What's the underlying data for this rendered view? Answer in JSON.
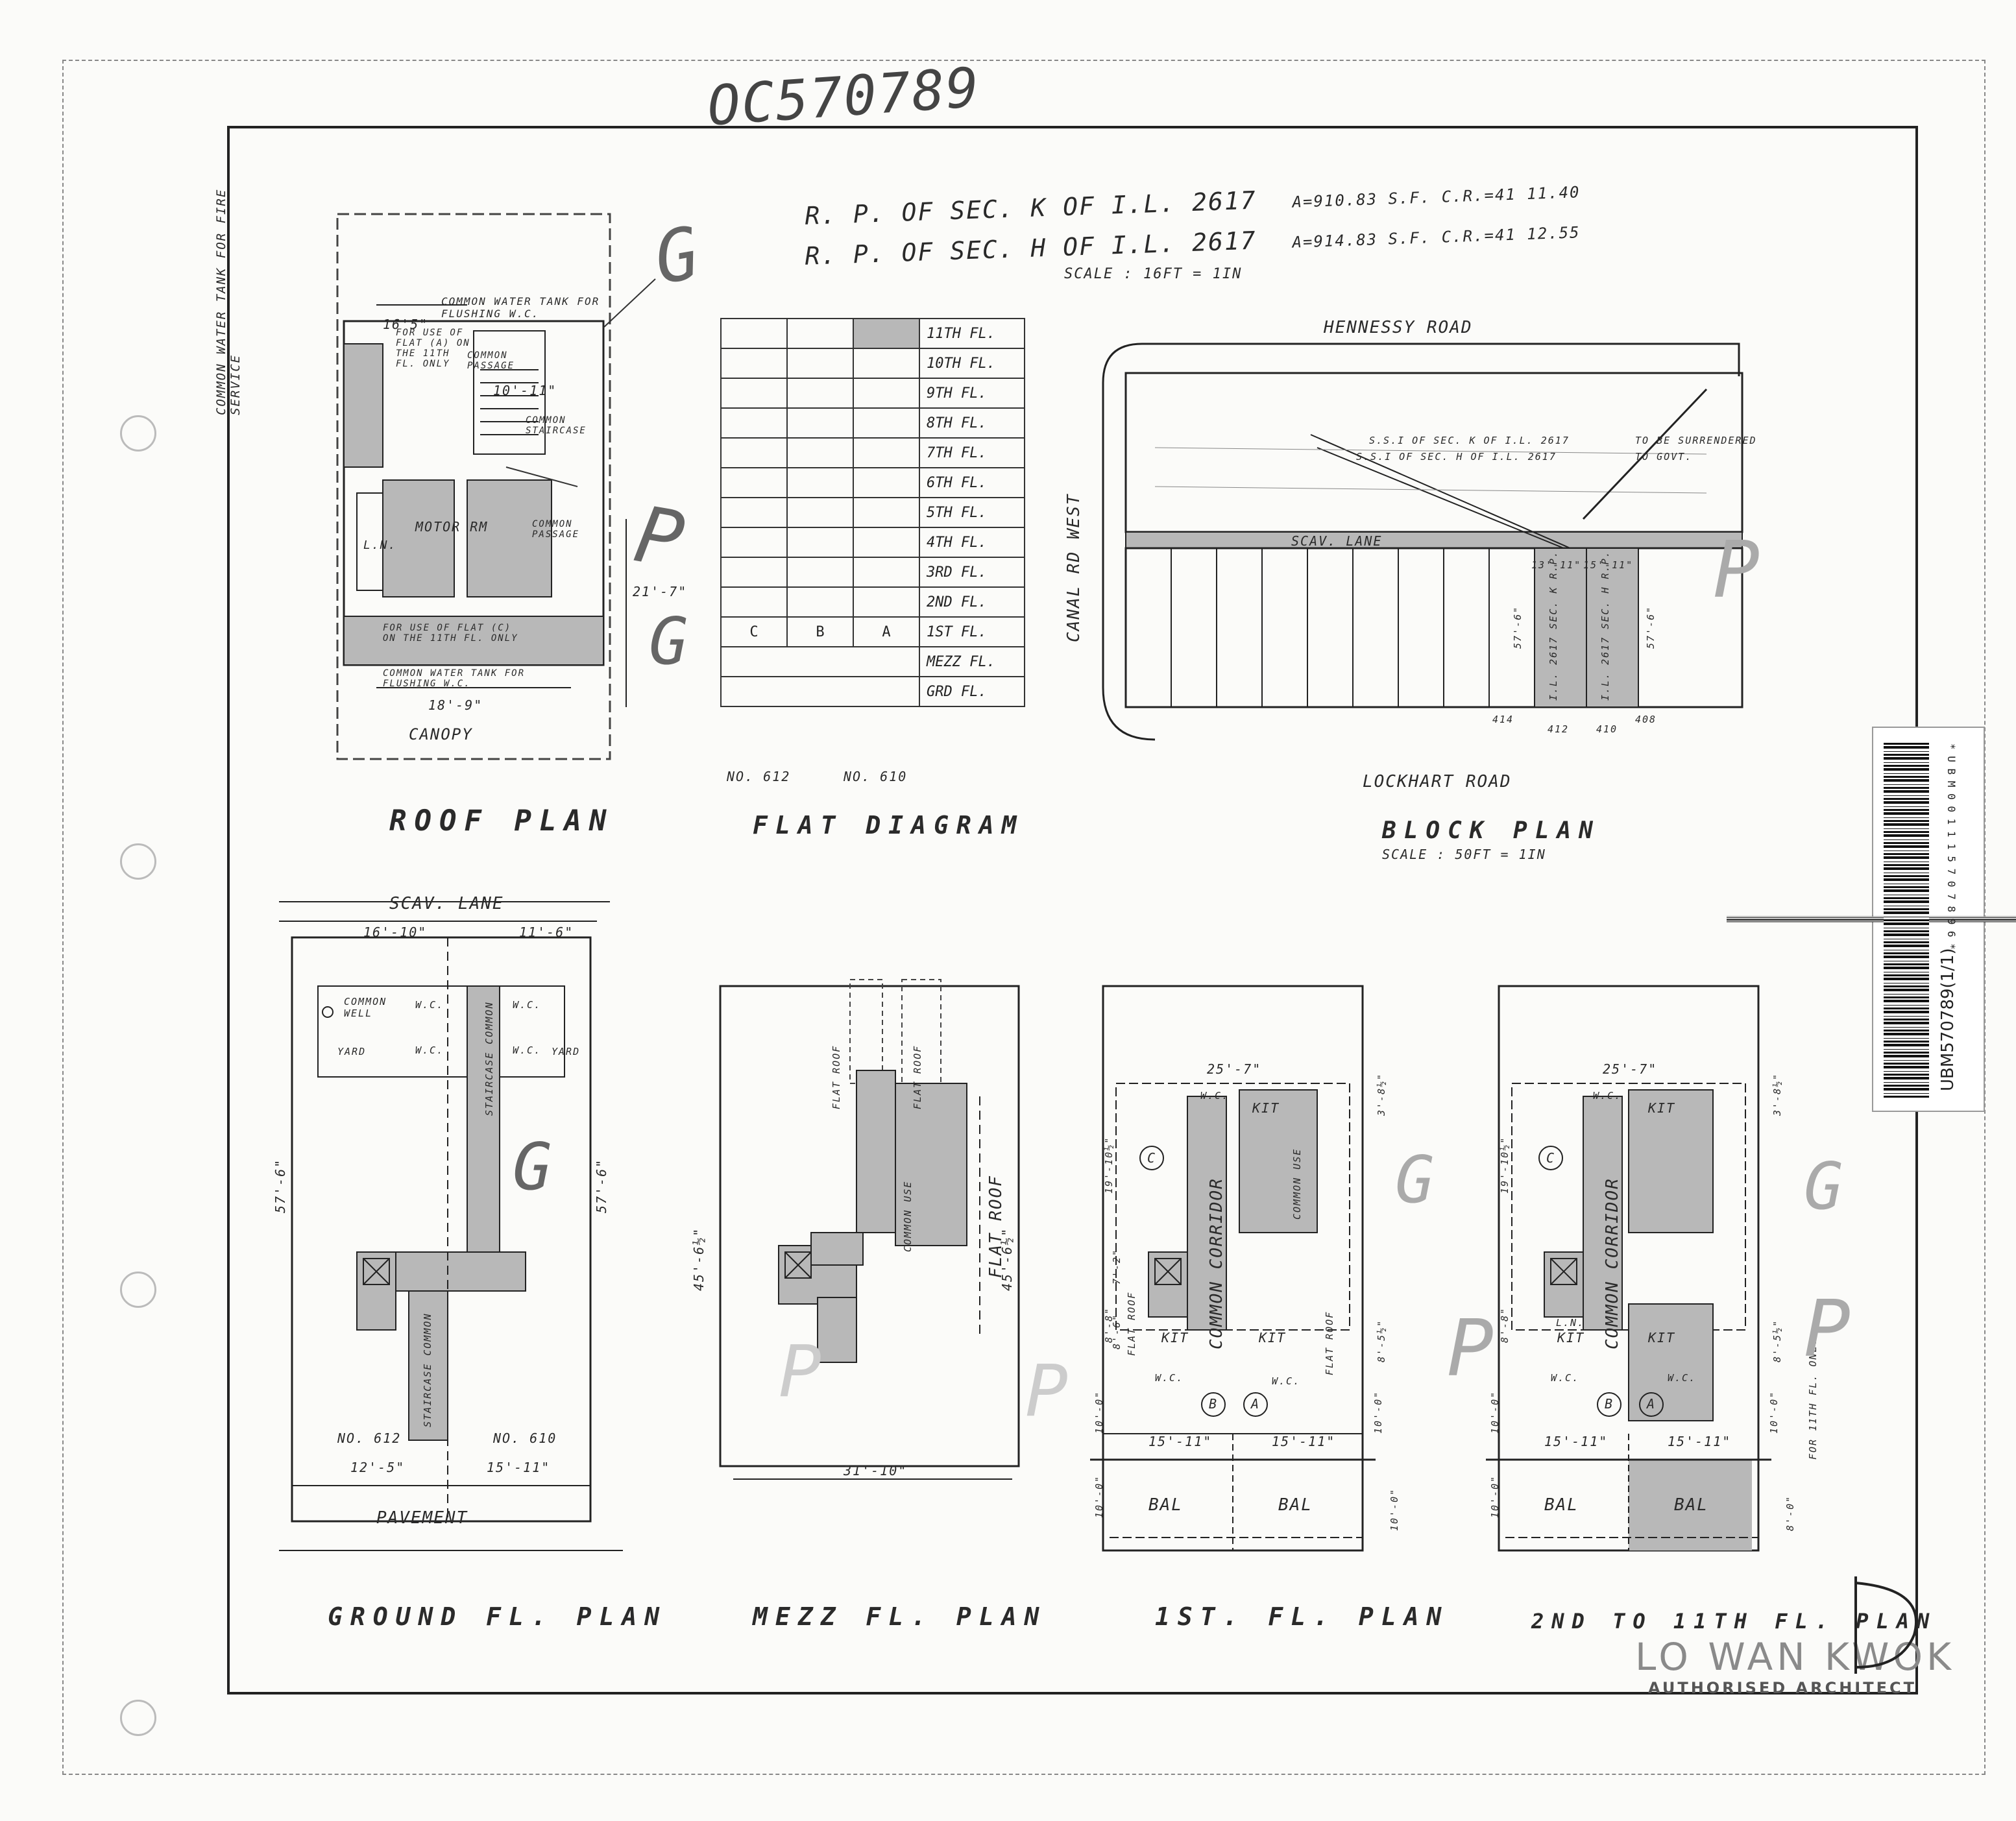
{
  "ref_number": "OC570789",
  "title_lines": {
    "line1": "R. P. OF SEC. K OF I.L. 2617",
    "line1_area": "A=910.83 S.F. C.R.=41 11.40",
    "line2": "R. P. OF SEC. H OF I.L. 2617",
    "line2_area": "A=914.83 S.F. C.R.=41 12.55",
    "scale": "SCALE : 16FT = 1IN"
  },
  "roof_plan": {
    "title": "ROOF PLAN",
    "notes": {
      "fire_tank": "COMMON WATER TANK FOR FIRE SERVICE",
      "flush_tank_top": "COMMON WATER TANK FOR FLUSHING W.C.",
      "flat_use": "FOR USE OF FLAT (A) ON THE 11TH FL. ONLY",
      "flush_tank_bottom": "COMMON WATER TANK FOR FLUSHING W.C.",
      "flat_use_c": "FOR USE OF FLAT (C) ON THE 11TH FL. ONLY",
      "motor_rm": "MOTOR RM",
      "ln": "L.N.",
      "passage": "COMMON PASSAGE",
      "staircase": "COMMON STAIRCASE",
      "common_passage2": "COMMON PASSAGE"
    },
    "dims": {
      "top": "16'5\"",
      "mid": "10'-11\"",
      "side": "21'-7\"",
      "bottom": "18'-9\""
    },
    "canopy": "CANOPY"
  },
  "flat_diagram": {
    "title": "FLAT DIAGRAM",
    "floors": [
      "11TH FL.",
      "10TH FL.",
      "9TH FL.",
      "8TH FL.",
      "7TH FL.",
      "6TH FL.",
      "5TH FL.",
      "4TH FL.",
      "3RD FL.",
      "2ND FL.",
      "1ST FL.",
      "MEZZ FL.",
      "GRD FL."
    ],
    "flats": [
      "C",
      "B",
      "A"
    ],
    "nos": [
      "NO. 612",
      "NO. 610"
    ]
  },
  "block_plan": {
    "title": "BLOCK PLAN",
    "scale": "SCALE : 50FT = 1IN",
    "road_top": "HENNESSY ROAD",
    "road_bottom": "LOCKHART ROAD",
    "road_side": "CANAL RD WEST",
    "lane": "SCAV. LANE",
    "note1": "S.S.I OF SEC. K OF I.L. 2617",
    "note2": "S.S.I OF SEC. H OF I.L. 2617",
    "note_right1": "TO BE SURRENDERED",
    "note_right2": "TO GOVT.",
    "dims": {
      "a": "13'-11\"",
      "b": "15'-11\"",
      "c": "57'-6\"",
      "d": "57'-6\""
    },
    "lots": [
      "I.L. 2617 SEC. K R.P.",
      "I.L. 2617 SEC. H R.P."
    ],
    "house_nos": [
      "414",
      "412",
      "410",
      "408"
    ]
  },
  "ground_plan": {
    "title": "GROUND FL. PLAN",
    "lane": "SCAV. LANE",
    "pavement": "PAVEMENT",
    "labels": {
      "well": "COMMON WELL",
      "wc": "W.C.",
      "yard": "YARD",
      "stair": "STAIRCASE COMMON",
      "stair2": "STAIRCASE COMMON"
    },
    "dims": {
      "top_left": "16'-10\"",
      "top_right": "11'-6\"",
      "left": "57'-6\"",
      "right": "57'-6\"",
      "bottom_left": "12'-5\"",
      "bottom_right": "15'-11\""
    },
    "nos": [
      "NO. 612",
      "NO. 610"
    ]
  },
  "mezz_plan": {
    "title": "MEZZ FL. PLAN",
    "labels": {
      "flat_roof1": "FLAT ROOF",
      "flat_roof2": "FLAT ROOF",
      "flat_roof3": "FLAT ROOF",
      "common_use": "COMMON USE"
    },
    "dims": {
      "left": "45'-6½\"",
      "right": "45'-6½\"",
      "bottom": "31'-10\""
    }
  },
  "first_plan": {
    "title": "1ST. FL. PLAN",
    "labels": {
      "corridor": "COMMON CORRIDOR",
      "kit": "KIT",
      "wc": "W.C.",
      "flat_roof": "FLAT ROOF",
      "bal": "BAL",
      "common_use": "COMMON USE"
    },
    "flats": [
      "C",
      "B",
      "A"
    ],
    "dims": {
      "top": "25'-7\"",
      "left1": "19'-10½\"",
      "left2": "8'-8\"",
      "left3": "10'-0\"",
      "left4": "10'-0\"",
      "bot_left": "15'-11\"",
      "bot_right": "15'-11\"",
      "right1": "3'-8½\"",
      "right2": "8'-5½\"",
      "right3": "10'-0\"",
      "right4": "10'-0\"",
      "small": "7'-2\"",
      "small2": "8'-6\""
    }
  },
  "typical_plan": {
    "title": "2ND TO 11TH FL. PLAN",
    "labels": {
      "corridor": "COMMON CORRIDOR",
      "kit": "KIT",
      "wc": "W.C.",
      "bal": "BAL",
      "ln": "L.N.",
      "note": "FOR 11TH FL. ONLY"
    },
    "flats": [
      "C",
      "B",
      "A"
    ],
    "dims": {
      "top": "25'-7\"",
      "left1": "19'-10½\"",
      "left2": "8'-8\"",
      "left3": "10'-0\"",
      "left4": "10'-0\"",
      "bot_left": "15'-11\"",
      "bot_right": "15'-11\"",
      "right1": "3'-8½\"",
      "right2": "8'-5½\"",
      "right3": "10'-0\"",
      "right4": "8'-0\""
    }
  },
  "barcode": {
    "text": "UBM570789(1/1)",
    "digits": "* U B M 0 0 1 1 1 5 7 0 7 8 9 6 *"
  },
  "stamp": {
    "name": "LO WAN KWOK",
    "role": "AUTHORISED ARCHITECT"
  },
  "handwritten_marks": [
    "G",
    "P",
    "G",
    "G",
    "G",
    "G",
    "P",
    "P",
    "P",
    "P",
    "P"
  ],
  "colors": {
    "shade": "#b8b8b8",
    "ink": "#222222",
    "paper": "#fbfbf9"
  }
}
